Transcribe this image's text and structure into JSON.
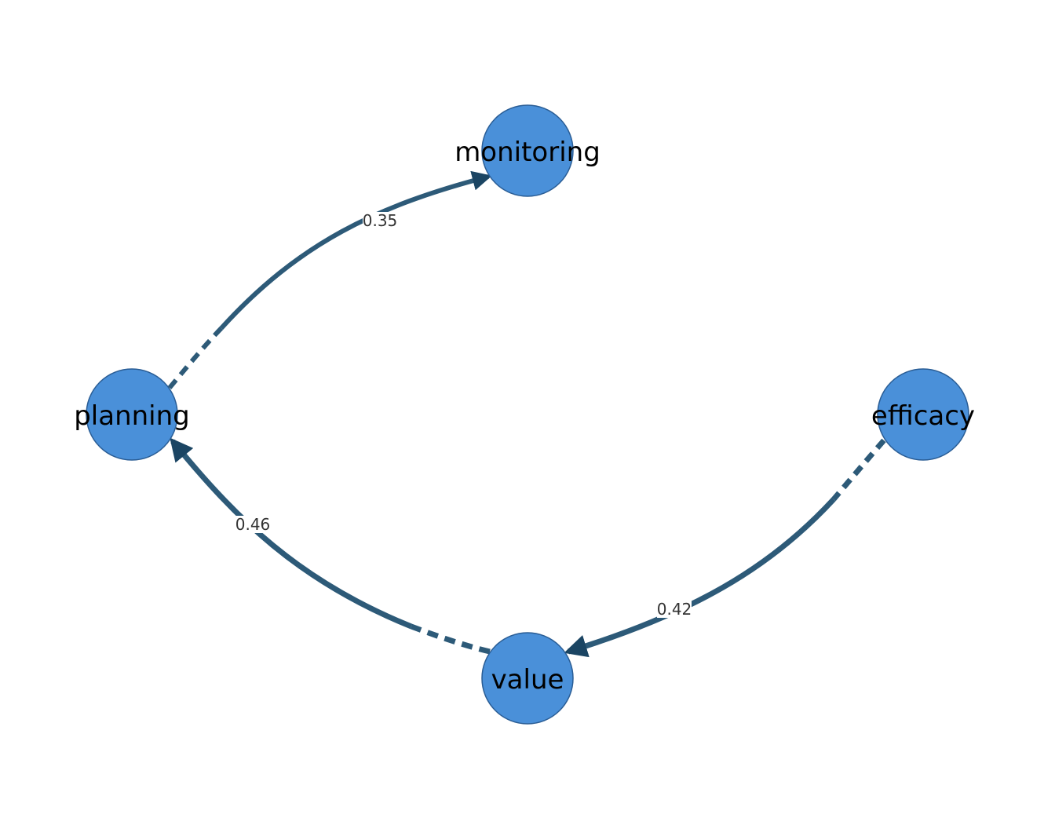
{
  "colors": {
    "node_fill": "#4A90D9",
    "node_stroke": "#2A5D95",
    "edge": "#2D5A78",
    "arrow": "#1B4563",
    "label_bg": "#ffffff"
  },
  "nodes": [
    {
      "id": "monitoring",
      "label": "monitoring"
    },
    {
      "id": "planning",
      "label": "planning"
    },
    {
      "id": "efficacy",
      "label": "efficacy"
    },
    {
      "id": "value",
      "label": "value"
    }
  ],
  "edges": [
    {
      "id": "planning-monitoring",
      "from": "planning",
      "to": "monitoring",
      "weight": "0.35"
    },
    {
      "id": "value-planning",
      "from": "value",
      "to": "planning",
      "weight": "0.46"
    },
    {
      "id": "efficacy-value",
      "from": "efficacy",
      "to": "value",
      "weight": "0.42"
    }
  ]
}
